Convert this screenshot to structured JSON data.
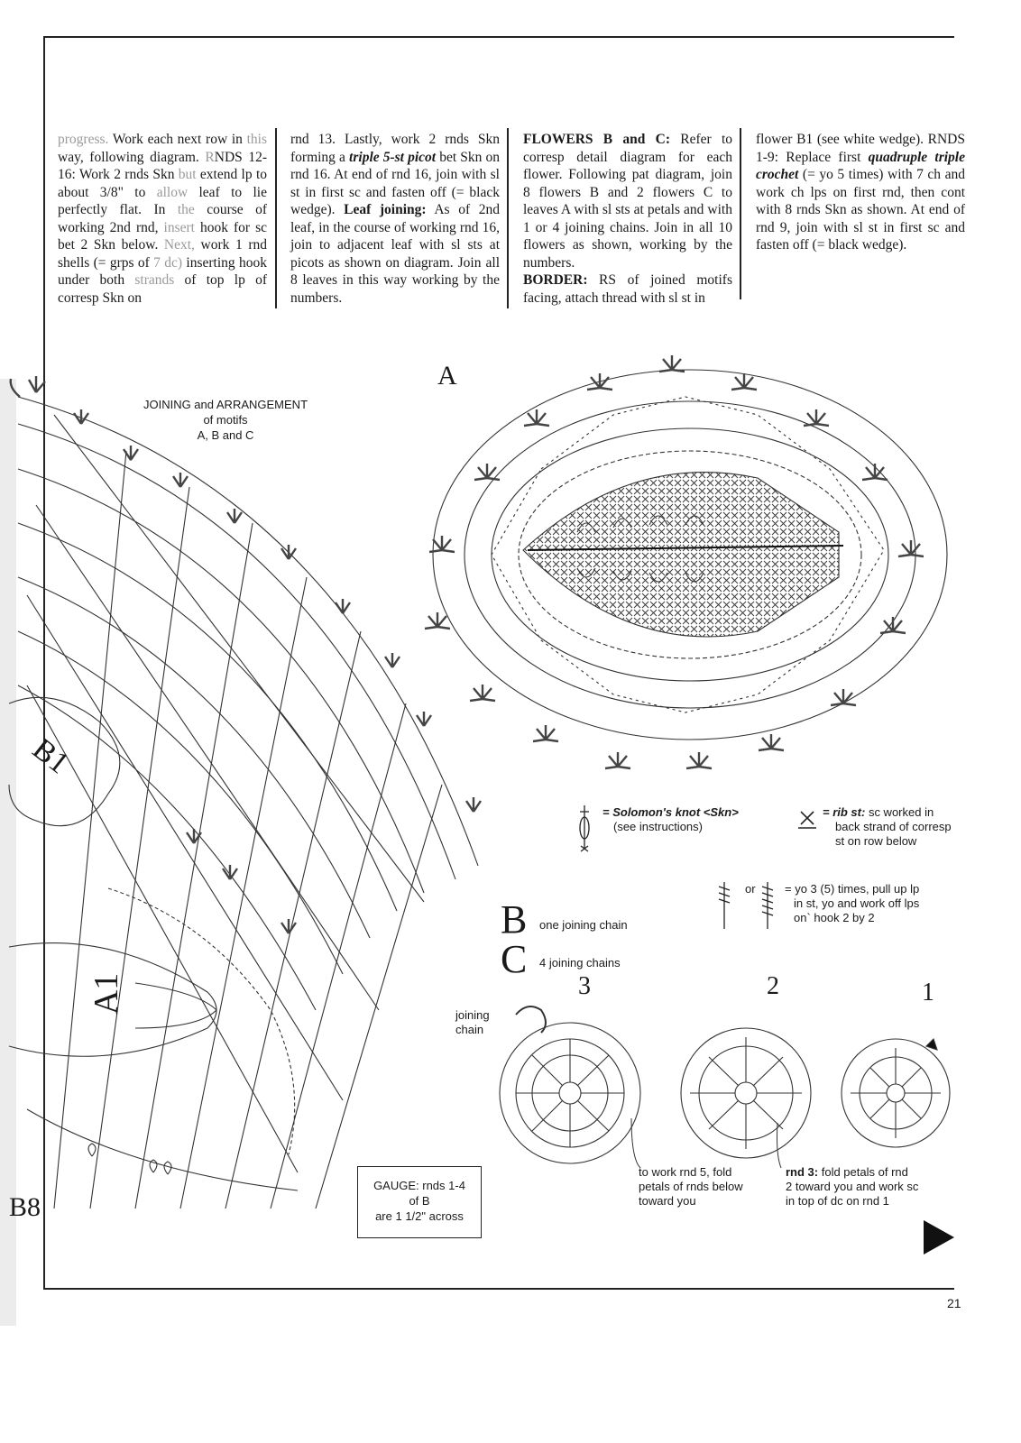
{
  "columns": {
    "c1": {
      "faint_start": "progress.",
      "text1": " Work each next row in ",
      "faint2": "this",
      "text2": " way, following diagram. ",
      "faint3": "R",
      "text3": "NDS 12-16: Work 2 rnds Skn ",
      "faint4": "but",
      "text4": " extend lp to about 3/8\" to ",
      "faint5": "allow",
      "text5": " leaf to lie perfectly flat. In ",
      "faint6": "the",
      "text6": " course of working 2nd rnd, ",
      "faint7": "insert",
      "text7": " hook for sc bet 2 Skn below. ",
      "faint8": "Next,",
      "text8": " work 1 rnd shells (= grps of ",
      "faint9": "7 dc)",
      "text9": " inserting hook under both ",
      "faint10": "strands",
      "text10": " of top lp of corresp Skn on"
    },
    "c2": {
      "t1": "rnd 13. Lastly, work 2 rnds Skn forming a ",
      "t2": "triple 5-st picot",
      "t3": " bet Skn on rnd 16. At end of rnd 16, join with sl st in first sc and fasten off (= black wedge). ",
      "t4": "Leaf joining:",
      "t5": " As of 2nd leaf, in the course of working rnd 16, join to adjacent leaf with sl sts at picots as shown on diagram. Join all 8 leaves in this way working by the numbers."
    },
    "c3": {
      "h1": "FLOWERS B and C:",
      "t1": " Refer to corresp detail diagram for each flower. Following pat diagram, join 8 flowers B and 2 flowers C to leaves A with sl sts at petals and with 1 or 4 joining chains. Join in all 10 flowers as shown, working by the numbers.",
      "h2": "BORDER:",
      "t2": " RS of joined motifs facing, attach thread with sl st in"
    },
    "c4": {
      "t1": "flower B1 (see white wedge). RNDS 1-9: Replace first ",
      "t2": "quadruple triple crochet",
      "t3": " (= yo 5 times) with 7 ch and work ch lps on first rnd, then cont with 8 rnds Skn as shown. At end of rnd 9, join with sl st in first sc and fasten off (= black wedge)."
    }
  },
  "diagram": {
    "joining_title_1": "JOINING and ARRANGEMENT",
    "joining_title_2": "of motifs",
    "joining_title_3": "A, B and C",
    "label_a": "A",
    "label_b1": "B1",
    "label_a1": "A1",
    "label_b8": "B8"
  },
  "legend": {
    "skn_name": "= Solomon's knot <Skn>",
    "skn_note": "(see instructions)",
    "rib_name": "= rib st:",
    "rib_desc1": " sc worked in",
    "rib_desc2": "back strand of corresp",
    "rib_desc3": "st on row below",
    "or": "or",
    "yo1": "= yo 3 (5) times, pull up lp",
    "yo2": "in st, yo and work off lps",
    "yo3": "on` hook 2 by 2"
  },
  "joins": {
    "b_letter": "B",
    "b_text": "one joining chain",
    "c_letter": "C",
    "c_text": "4 joining chains"
  },
  "flowers": {
    "n3": "3",
    "n2": "2",
    "n1": "1",
    "joining_chain_1": "joining",
    "joining_chain_2": "chain",
    "note5_1": "to work rnd 5, fold",
    "note5_2": "petals of rnds below",
    "note5_3": "toward you",
    "note3_h": "rnd 3:",
    "note3_1": " fold petals of rnd",
    "note3_2": "2 toward you and work sc",
    "note3_3": "in top of dc on rnd 1"
  },
  "gauge": {
    "l1": "GAUGE: rnds 1-4",
    "l2": "of B",
    "l3": "are 1 1/2\" across"
  },
  "page_number": "21"
}
